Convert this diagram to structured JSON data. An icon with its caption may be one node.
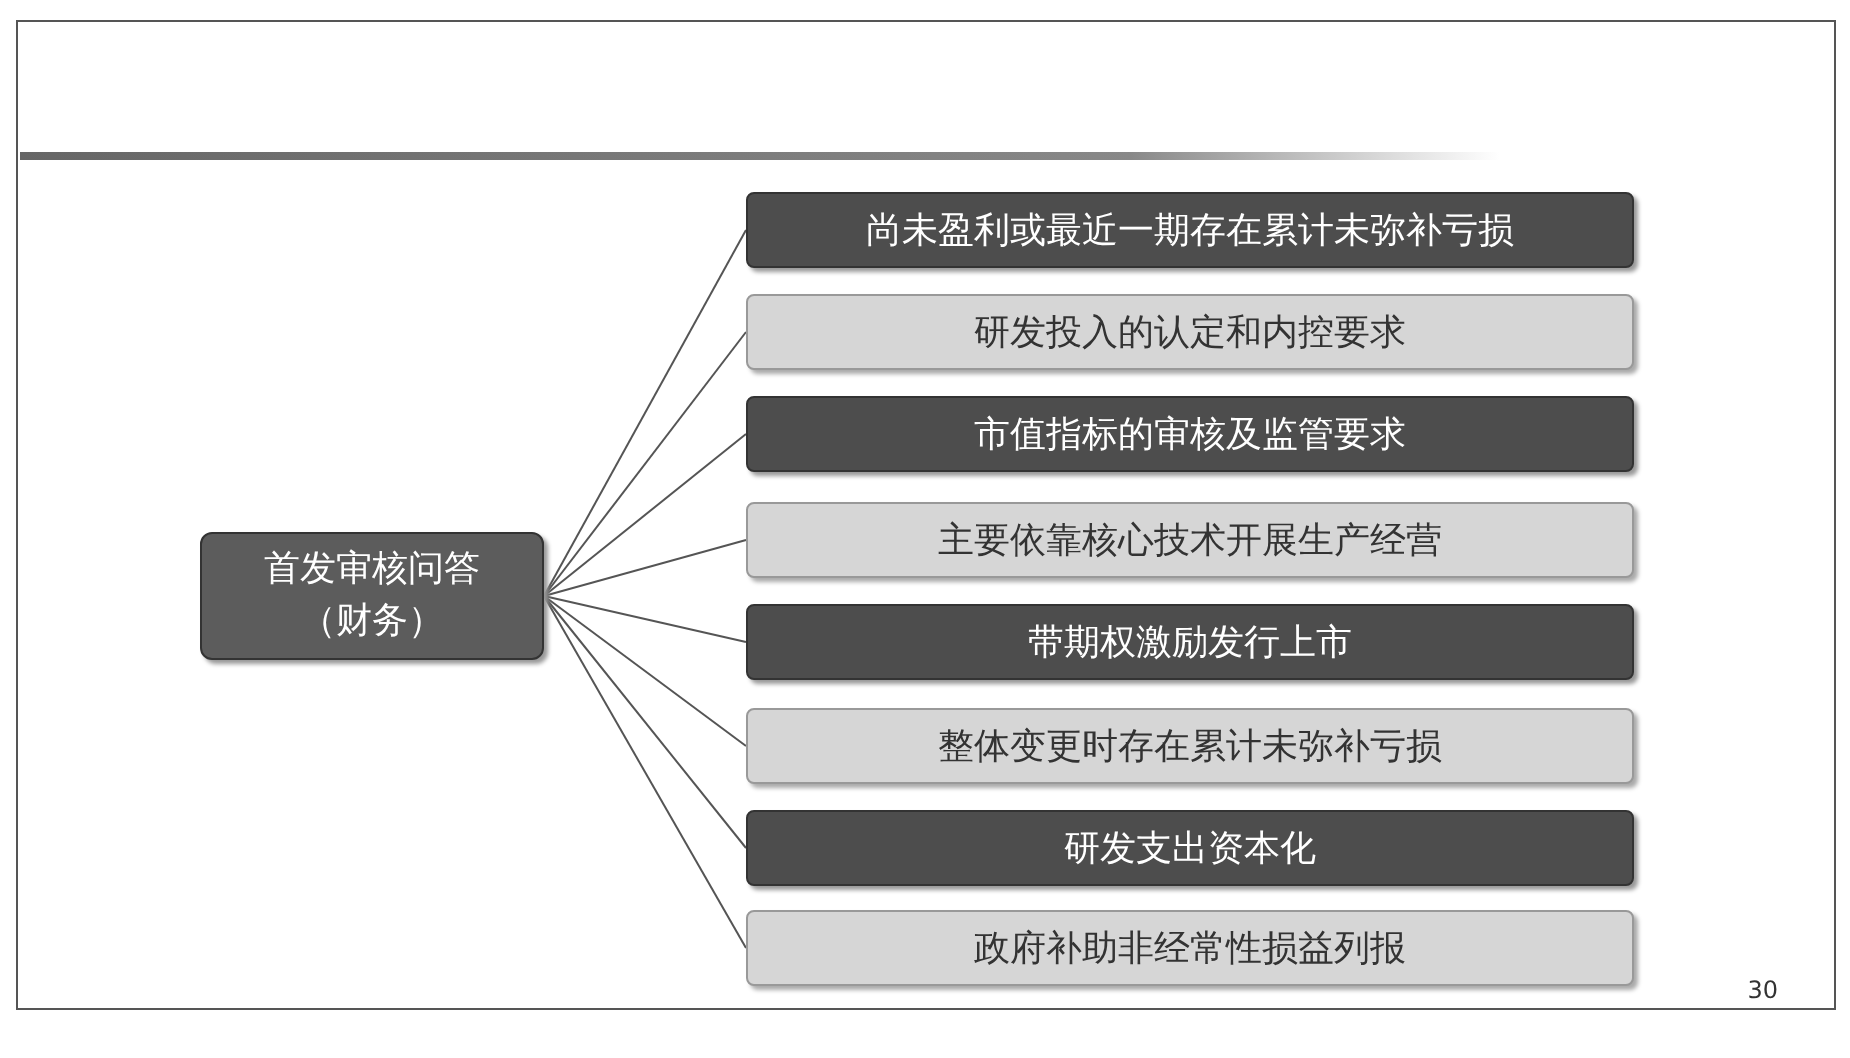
{
  "diagram": {
    "nodes": [
      {
        "text": [
          "首发审核问答（财务）"
        ]
      },
      {
        "text": [
          "尚未盈利或最近一期存在累计未弥补亏损"
        ]
      },
      {
        "text": [
          "研发投入的认定和内控要求"
        ]
      },
      {
        "text": [
          "市值指标的审核及监管要求"
        ]
      },
      {
        "text": [
          "主要依靠核心技术开展生产经营"
        ]
      },
      {
        "text": [
          "带期权激励发行上市"
        ]
      },
      {
        "text": [
          "整体变更时存在累计未弥补亏损"
        ]
      },
      {
        "text": [
          "研发支出资本化"
        ]
      },
      {
        "text": [
          "政府补助非经常性损益列报"
        ]
      }
    ],
    "edges": [
      {
        "from": 0,
        "to": 1,
        "arrow": "none"
      },
      {
        "from": 0,
        "to": 2,
        "arrow": "none"
      },
      {
        "from": 0,
        "to": 3,
        "arrow": "none"
      },
      {
        "from": 0,
        "to": 4,
        "arrow": "none"
      },
      {
        "from": 0,
        "to": 5,
        "arrow": "none"
      },
      {
        "from": 0,
        "to": 6,
        "arrow": "none"
      },
      {
        "from": 0,
        "to": 7,
        "arrow": "none"
      },
      {
        "from": 0,
        "to": 8,
        "arrow": "none"
      }
    ],
    "labels": [
      "30"
    ]
  }
}
